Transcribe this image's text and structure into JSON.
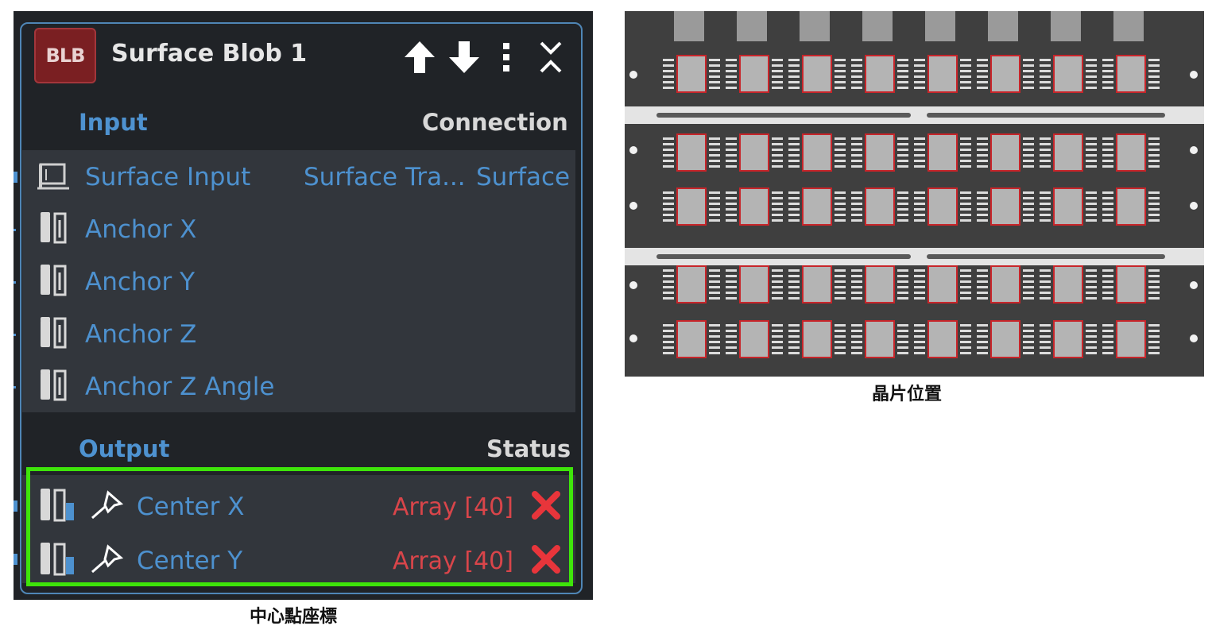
{
  "panel": {
    "badge": "BLB",
    "title": "Surface Blob 1",
    "header_icons": [
      "arrow-up-icon",
      "arrow-down-icon",
      "more-vertical-icon",
      "collapse-icon"
    ],
    "input_header": "Input",
    "connection_header": "Connection",
    "inputs": [
      {
        "label": "Surface Input",
        "icon": "surface-input-icon",
        "connection": "Surface Tra...",
        "type": "Surface"
      },
      {
        "label": "Anchor X",
        "icon": "value-input-icon"
      },
      {
        "label": "Anchor Y",
        "icon": "value-input-icon"
      },
      {
        "label": "Anchor Z",
        "icon": "value-input-icon"
      },
      {
        "label": "Anchor Z Angle",
        "icon": "value-input-icon"
      }
    ],
    "output_header": "Output",
    "status_header": "Status",
    "outputs": [
      {
        "label": "Center X",
        "value": "Array [40]",
        "icon": "array-output-icon",
        "pin": "pin-icon",
        "status_icon": "error-x-icon"
      },
      {
        "label": "Center Y",
        "value": "Array [40]",
        "icon": "array-output-icon",
        "pin": "pin-icon",
        "status_icon": "error-x-icon"
      }
    ],
    "highlight_color": "#3ee40a",
    "label_color": "#4d91cf",
    "error_color": "#d9454a"
  },
  "captions": {
    "left": "中心點座標",
    "right": "晶片位置"
  },
  "wafer_image": {
    "grid_rows": 6,
    "grid_cols": 8,
    "marker_color": "#c8252a"
  }
}
